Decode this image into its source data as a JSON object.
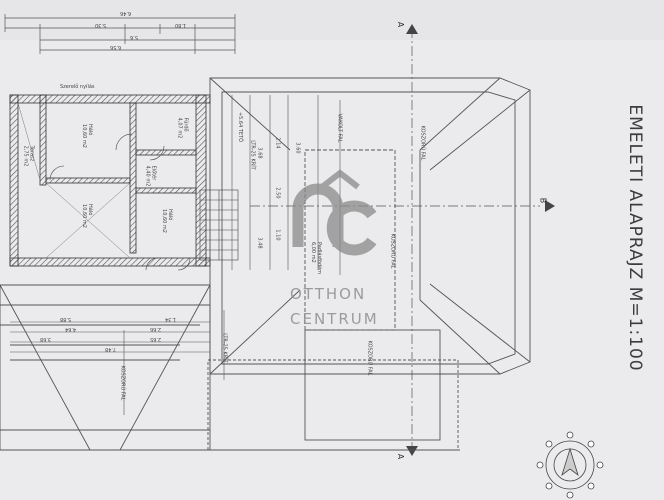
{
  "title": "EMELETI ALAPRAJZ  M=1:100",
  "watermark": {
    "line1": "OTTHON",
    "line2": "CENTRUM"
  },
  "sections": {
    "a_top": "A",
    "a_bottom": "A",
    "b": "B"
  },
  "rooms": [
    {
      "name": "Háló",
      "area": "10,60 m2"
    },
    {
      "name": "Háló",
      "area": "10,60 m2"
    },
    {
      "name": "Háló",
      "area": "10,60 m2"
    },
    {
      "name": "Fürdő",
      "area": "4,07 m2"
    },
    {
      "name": "Előtér",
      "area": "4,40 m2"
    },
    {
      "name": "Terasz",
      "area": "2,75 m2"
    },
    {
      "name": "Padlásfödém",
      "area": "6,00 m2"
    }
  ],
  "labels": {
    "szint_felso": "Szerelő nyílás",
    "tetoablak": "+5.64 TETŐ",
    "vakolt": "VAKOLT FAL",
    "koszoru1": "KOSZORÚ FAL",
    "koszoru2": "KOSZORÚ FAL",
    "koszoru3": "KOSZORÚ FAL",
    "koszoru4": "KOSZORÚ FAL",
    "ablak1": "LTR-25 KRÍT",
    "ablak2": "LTR-25 KRÍT"
  },
  "dims": {
    "top1": "6.46",
    "top2": "5.30",
    "top3": "1.80",
    "top4": "5.6",
    "top5": "6.56",
    "d1": "3.60",
    "d2": "2.14",
    "d3": "3.68",
    "d4": "2.50",
    "d5": "3.48",
    "d6": "1.10",
    "b1": "5.88",
    "b2": "4.64",
    "b3": "3.68",
    "b4": "2.65",
    "b5": "1.34",
    "b6": "7.48",
    "b7": "2.66"
  }
}
